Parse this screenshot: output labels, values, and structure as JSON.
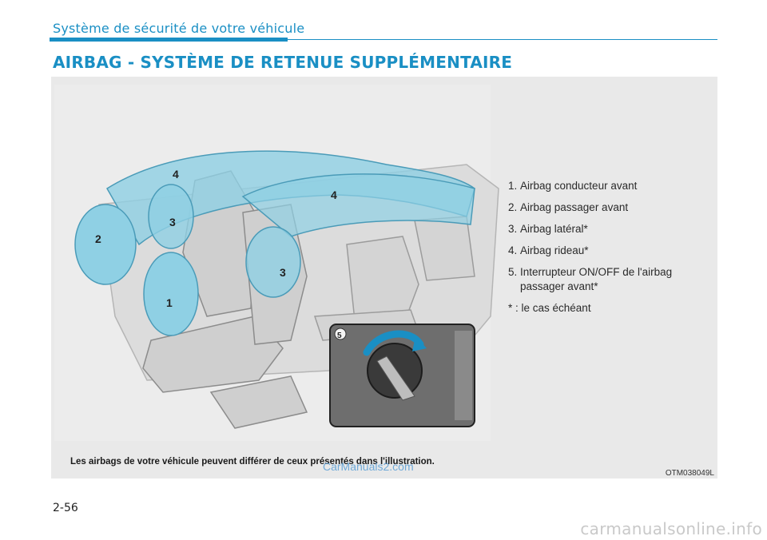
{
  "header": {
    "section_title": "Système de sécurité de votre véhicule",
    "main_heading": "AIRBAG - SYSTÈME DE RETENUE SUPPLÉMENTAIRE"
  },
  "figure": {
    "callouts": [
      "1",
      "2",
      "3",
      "3",
      "4",
      "4",
      "5"
    ],
    "legend": [
      {
        "num": "1.",
        "text": "Airbag conducteur avant"
      },
      {
        "num": "2.",
        "text": "Airbag passager avant"
      },
      {
        "num": "3.",
        "text": "Airbag latéral*"
      },
      {
        "num": "4.",
        "text": "Airbag rideau*"
      },
      {
        "num": "5.",
        "text": "Interrupteur ON/OFF de l'airbag passager avant*"
      }
    ],
    "note": "* : le cas échéant",
    "caption": "Les airbags de votre véhicule peuvent différer de ceux présentés dans l'illustration.",
    "code": "OTM038049L"
  },
  "watermark": "CarManuals2.com",
  "page_number": "2-56",
  "site_mark": "carmanualsonline.info",
  "colors": {
    "accent": "#1a8fc4",
    "airbag": "#8fd0e4",
    "panel": "#e9e9e9"
  }
}
